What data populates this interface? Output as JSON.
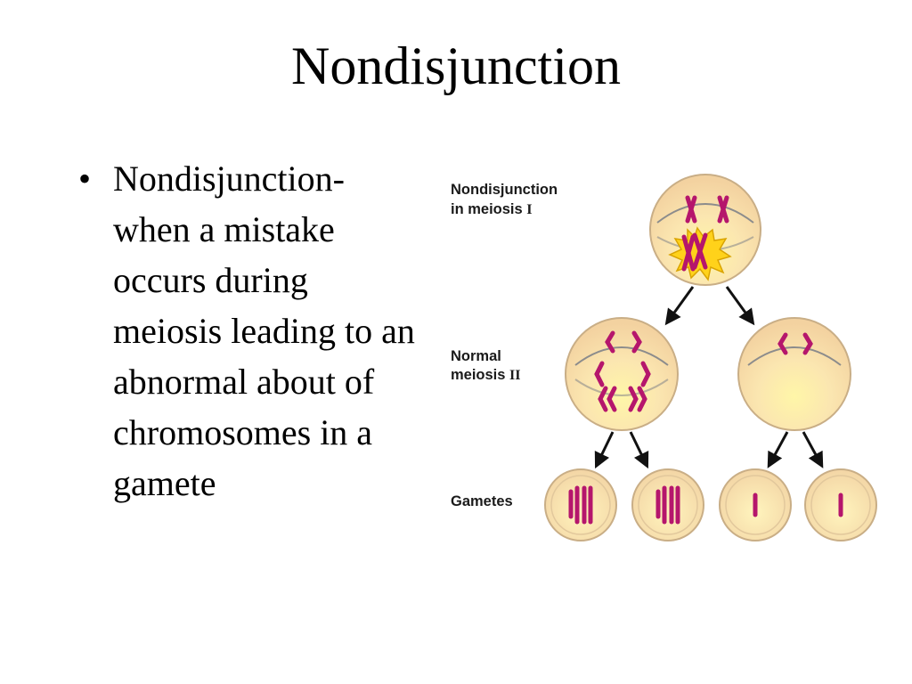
{
  "slide": {
    "title": "Nondisjunction",
    "bullet_marker": "•",
    "bullet_text": "Nondisjunction- when a mistake occurs during meiosis leading to an abnormal about of chromosomes in a gamete"
  },
  "diagram": {
    "label_meiosis1_line1": "Nondisjunction",
    "label_meiosis1_line2": "in meiosis ",
    "label_meiosis1_numeral": "I",
    "label_meiosis2_line1": "Normal",
    "label_meiosis2_line2": "meiosis ",
    "label_meiosis2_numeral": "II",
    "label_gametes": "Gametes",
    "colors": {
      "cell_fill": "#f7ddb0",
      "cell_edge": "#c9ae86",
      "chromosome": "#b5166c",
      "chromosome_dark": "#7d0a47",
      "arrow": "#111111",
      "burst": "#ffd21a"
    },
    "icons": [
      "nondisjunction-burst-icon"
    ]
  }
}
